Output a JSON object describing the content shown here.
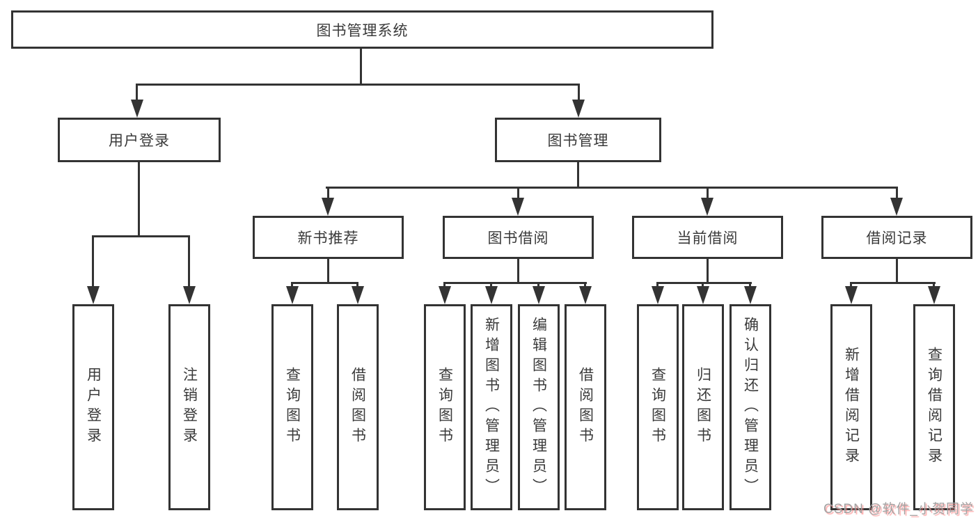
{
  "diagram": {
    "title_node": {
      "label": "图书管理系统"
    },
    "level2": [
      {
        "label": "用户登录"
      },
      {
        "label": "图书管理"
      }
    ],
    "level3": [
      {
        "label": "新书推荐",
        "parent": "图书管理"
      },
      {
        "label": "图书借阅",
        "parent": "图书管理"
      },
      {
        "label": "当前借阅",
        "parent": "图书管理"
      },
      {
        "label": "借阅记录",
        "parent": "图书管理"
      }
    ],
    "leaves": [
      {
        "label": "用户登录",
        "parent": "用户登录"
      },
      {
        "label": "注销登录",
        "parent": "用户登录"
      },
      {
        "label": "查询图书",
        "parent": "新书推荐"
      },
      {
        "label": "借阅图书",
        "parent": "新书推荐"
      },
      {
        "label": "查询图书",
        "parent": "图书借阅"
      },
      {
        "label": "新增图书（管理员）",
        "parent": "图书借阅"
      },
      {
        "label": "编辑图书（管理员）",
        "parent": "图书借阅"
      },
      {
        "label": "借阅图书",
        "parent": "图书借阅"
      },
      {
        "label": "查询图书",
        "parent": "当前借阅"
      },
      {
        "label": "归还图书",
        "parent": "当前借阅"
      },
      {
        "label": "确认归还（管理员）",
        "parent": "当前借阅"
      },
      {
        "label": "新增借阅记录",
        "parent": "借阅记录"
      },
      {
        "label": "查询借阅记录",
        "parent": "借阅记录"
      }
    ],
    "colors": {
      "line": "#333333",
      "box_border": "#333333",
      "text": "#3a3a3a",
      "background": "#ffffff",
      "watermark_text": "#a3a3a3",
      "watermark_shadow": "#ff7d7d"
    }
  },
  "watermark": {
    "text": "CSDN @软件_小贺同学"
  }
}
